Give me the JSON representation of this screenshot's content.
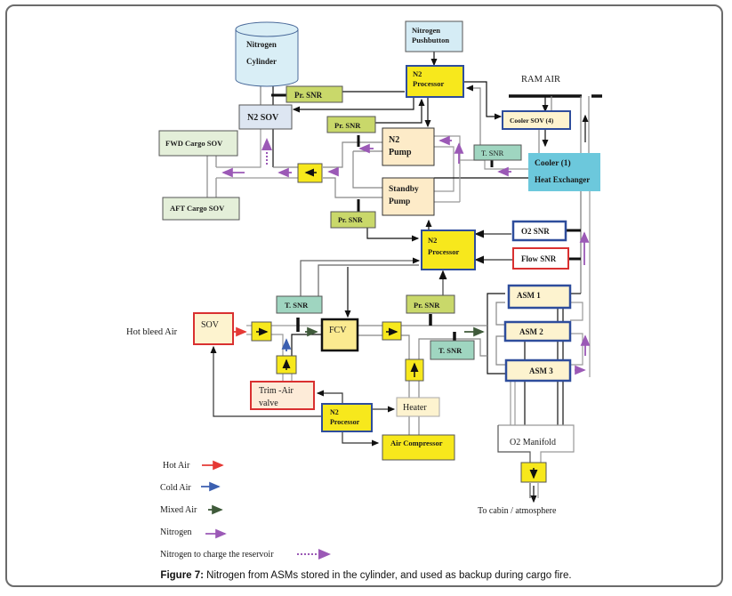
{
  "figure": {
    "caption_label": "Figure 7:",
    "caption_text": " Nitrogen from ASMs stored in the cylinder, and used as backup during cargo fire."
  },
  "components": {
    "nitrogen_cylinder": [
      "Nitrogen",
      "Cylinder"
    ],
    "nitrogen_pushbutton": [
      "Nitrogen",
      "Pushbutton"
    ],
    "n2_processor_top": [
      "N2",
      "Processor"
    ],
    "n2_processor_mid": [
      "N2",
      "Processor"
    ],
    "n2_processor_bottom": [
      "N2",
      "Processor"
    ],
    "ram_air": "RAM AIR",
    "pr_snr_1": "Pr.  SNR",
    "pr_snr_2": "Pr. SNR",
    "pr_snr_3": "Pr. SNR",
    "pr_snr_4": "Pr. SNR",
    "n2_sov": "N2 SOV",
    "cooler_sov": "Cooler SOV (4)",
    "fwd_cargo_sov": "FWD Cargo SOV",
    "aft_cargo_sov": "AFT Cargo SOV",
    "n2_pump": [
      "N2",
      "Pump"
    ],
    "standby_pump": [
      "Standby",
      "Pump"
    ],
    "t_snr_cooler": "T.  SNR",
    "t_snr_left": "T. SNR",
    "t_snr_right": "T. SNR",
    "cooler": [
      "Cooler (1)",
      "Heat Exchanger"
    ],
    "o2_snr": "O2 SNR",
    "flow_snr": "Flow SNR",
    "asm_1": "ASM 1",
    "asm_2": "ASM 2",
    "asm_3": "ASM 3",
    "hot_bleed_air": "Hot bleed Air",
    "sov": "SOV",
    "fcv": "FCV",
    "trim_air_valve": [
      "Trim -Air",
      "valve"
    ],
    "heater": "Heater",
    "air_compressor": "Air Compressor",
    "o2_manifold": "O2 Manifold",
    "to_cabin": "To cabin / atmosphere"
  },
  "legend": [
    {
      "label": "Hot Air",
      "color": "#e53935",
      "style": "solid"
    },
    {
      "label": "Cold Air",
      "color": "#3b5fb0",
      "style": "solid"
    },
    {
      "label": "Mixed Air",
      "color": "#3f5a3a",
      "style": "solid"
    },
    {
      "label": "Nitrogen",
      "color": "#9b59b6",
      "style": "solid"
    },
    {
      "label": "Nitrogen to charge the reservoir",
      "color": "#9b59b6",
      "style": "dotted"
    }
  ],
  "colors": {
    "yellow": "#f7e81c",
    "cream": "#fdf3cf",
    "light_green": "#c9d86a",
    "teal": "#9fd5c0",
    "cyan": "#6cc8dc",
    "cylinder": "#d9eef6",
    "pushbutton": "#d5ecf5",
    "sov_box": "#dde6f2",
    "cargo_sov": "#e4efd9",
    "blue_border": "#2e4d9c",
    "red_border": "#d93030"
  }
}
